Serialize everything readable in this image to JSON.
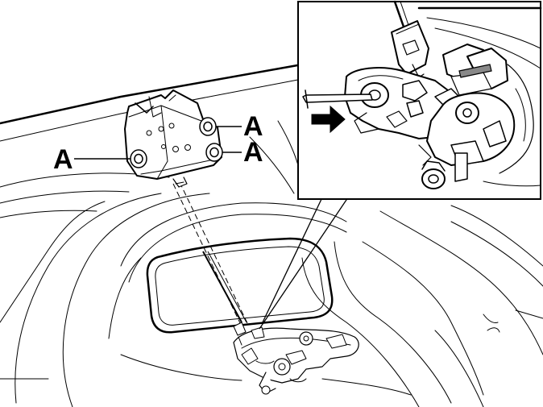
{
  "diagram": {
    "labels": {
      "hinge_left": "A",
      "hinge_top_right": "A",
      "hinge_bottom_right": "A"
    },
    "colors": {
      "stroke": "#000000",
      "background": "#ffffff"
    },
    "icons": {
      "pointer": "arrow-right-icon"
    }
  }
}
